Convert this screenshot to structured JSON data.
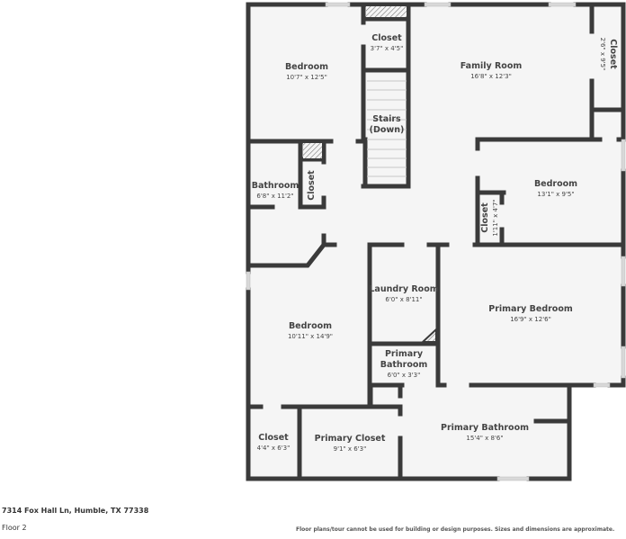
{
  "floorplan": {
    "colors": {
      "wall": "#3a3a3a",
      "floor": "#f5f5f5",
      "window": "#d8d8d8",
      "background": "#ffffff"
    },
    "rooms": [
      {
        "id": "bedroom-1",
        "name": "Bedroom",
        "dims": "10'7\" x 12'5\""
      },
      {
        "id": "closet-1",
        "name": "Closet",
        "dims": "3'7\" x 4'5\""
      },
      {
        "id": "stairs",
        "name": "Stairs\n(Down)",
        "name_line1": "Stairs",
        "name_line2": "(Down)"
      },
      {
        "id": "family-room",
        "name": "Family Room",
        "dims": "16'8\" x 12'3\""
      },
      {
        "id": "closet-2",
        "name": "Closet",
        "dims": "2'6\" x 9'5\""
      },
      {
        "id": "bathroom",
        "name": "Bathroom",
        "dims": "6'8\" x 11'2\""
      },
      {
        "id": "closet-3",
        "name": "Closet"
      },
      {
        "id": "bedroom-2",
        "name": "Bedroom",
        "dims": "13'1\" x 9'5\""
      },
      {
        "id": "closet-4",
        "name": "Closet",
        "dims": "1'11\" x 4'7\""
      },
      {
        "id": "bedroom-3",
        "name": "Bedroom",
        "dims": "10'11\" x 14'9\""
      },
      {
        "id": "laundry-room",
        "name": "Laundry Room",
        "dims": "6'0\" x 8'11\""
      },
      {
        "id": "primary-bedroom",
        "name": "Primary Bedroom",
        "dims": "16'9\" x 12'6\""
      },
      {
        "id": "primary-bathroom-small",
        "name_line1": "Primary",
        "name_line2": "Bathroom",
        "dims": "6'0\" x 3'3\""
      },
      {
        "id": "closet-5",
        "name": "Closet",
        "dims": "4'4\" x 6'3\""
      },
      {
        "id": "primary-closet",
        "name": "Primary Closet",
        "dims": "9'1\" x 6'3\""
      },
      {
        "id": "primary-bathroom",
        "name": "Primary Bathroom",
        "dims": "15'4\" x 8'6\""
      }
    ]
  },
  "footer": {
    "address": "7314 Fox Hall Ln, Humble, TX 77338",
    "floor": "Floor 2",
    "disclaimer": "Floor plans/tour cannot be used for building or design purposes. Sizes and dimensions are approximate."
  }
}
